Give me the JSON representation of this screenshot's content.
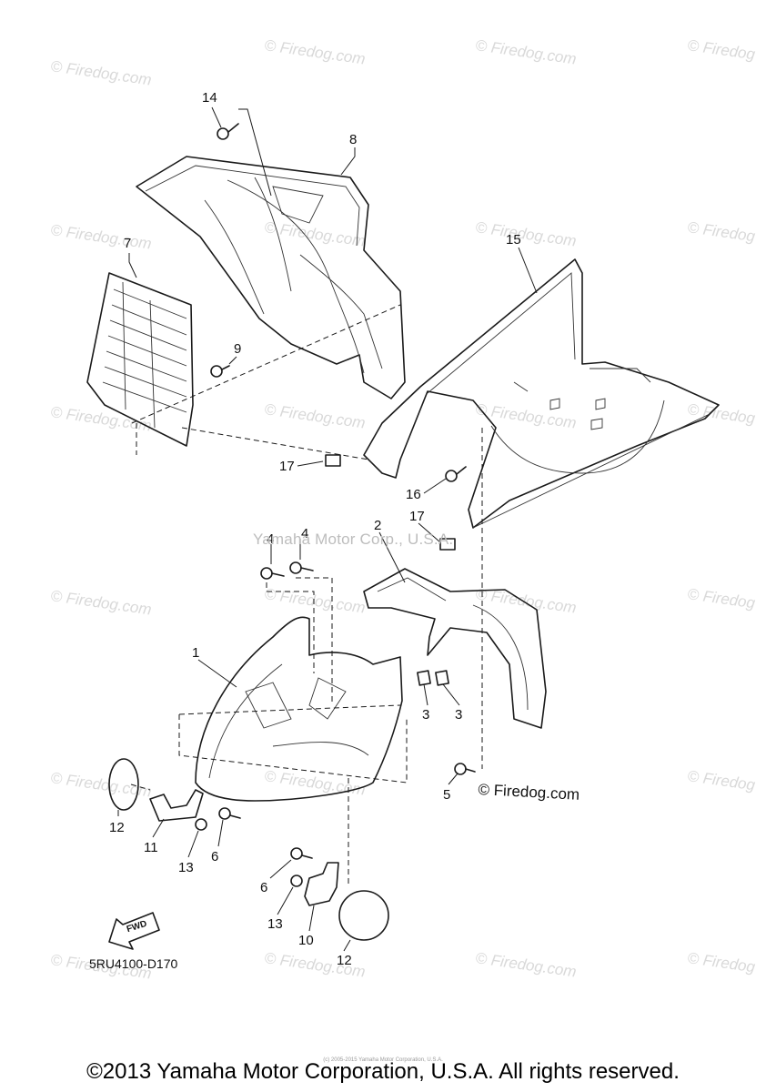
{
  "watermark": {
    "text": "© Firedog.com",
    "short_text": "© Firedog"
  },
  "center_watermark": "Yamaha Motor Corp., U.S.A.",
  "inline_watermark": "© Firedog.com",
  "diagram_code": "5RU4100-D170",
  "fwd_label": "FWD",
  "callouts": [
    "14",
    "8",
    "7",
    "9",
    "15",
    "17",
    "16",
    "17",
    "2",
    "4",
    "4",
    "1",
    "3",
    "3",
    "5",
    "12",
    "11",
    "13",
    "6",
    "6",
    "13",
    "10",
    "12"
  ],
  "fine_print": "(c) 2005-2015 Yamaha Motor Corporation, U.S.A.",
  "copyright": "©2013 Yamaha Motor Corporation, U.S.A. All rights reserved."
}
